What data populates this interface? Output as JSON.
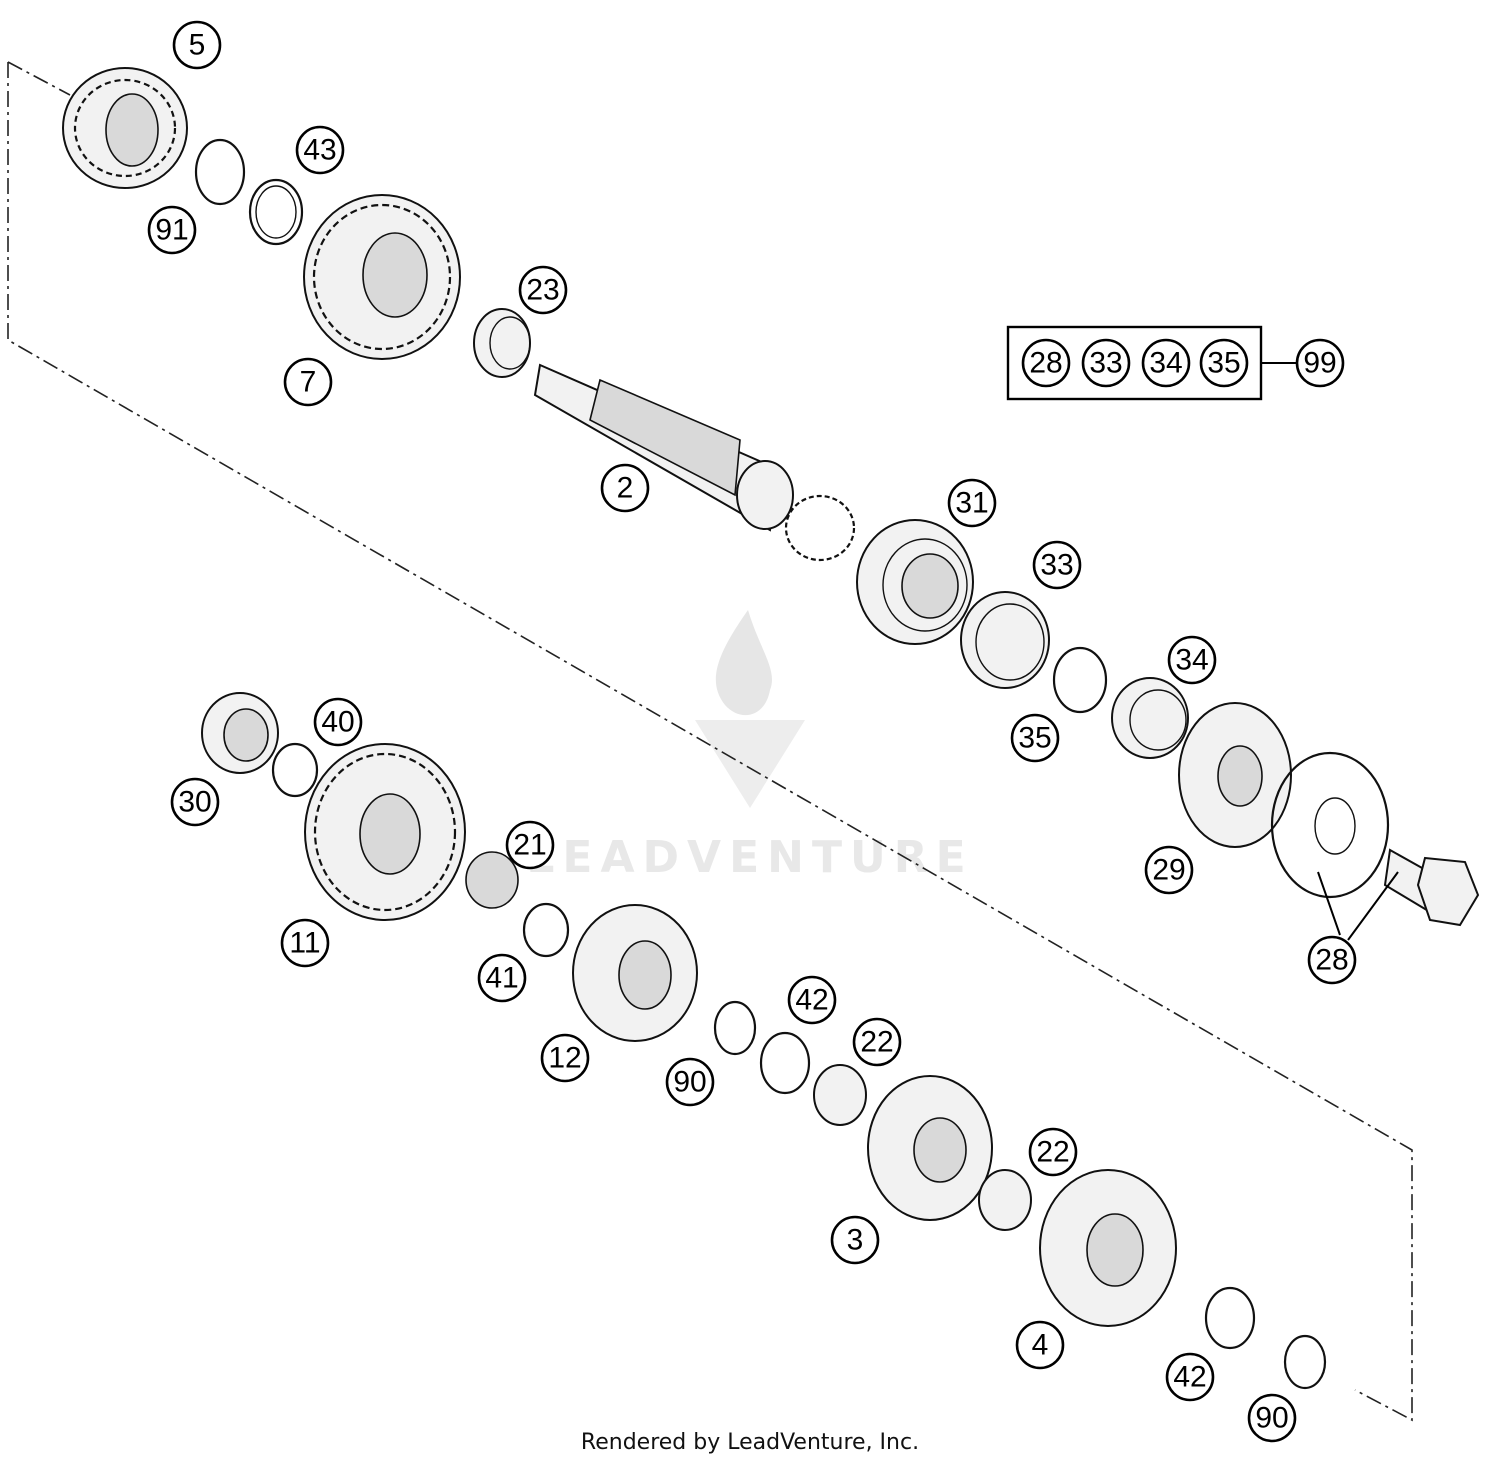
{
  "callouts": [
    "5",
    "91",
    "43",
    "7",
    "23",
    "2",
    "31",
    "33",
    "35",
    "34",
    "29",
    "28",
    "99",
    "30",
    "40",
    "11",
    "21",
    "41",
    "12",
    "90",
    "42",
    "22",
    "3",
    "22",
    "4",
    "42",
    "90"
  ],
  "kit": {
    "items": [
      "28",
      "33",
      "34",
      "35"
    ],
    "result": "99"
  },
  "watermark": {
    "brand_text": "LEADVENTURE"
  },
  "footer": {
    "credit": "Rendered by LeadVenture, Inc."
  }
}
